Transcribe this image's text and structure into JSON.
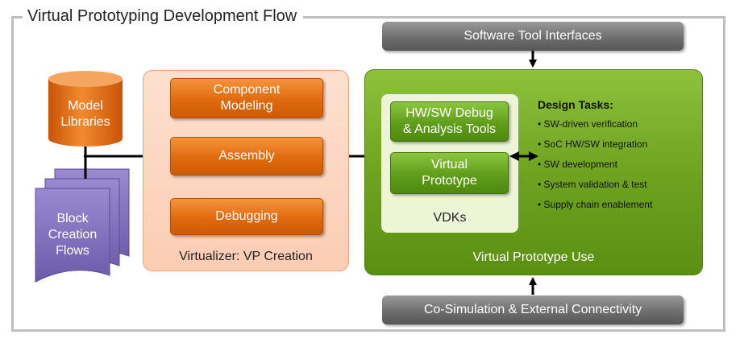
{
  "title": "Virtual Prototyping Development Flow",
  "model_libraries": "Model\nLibraries",
  "block_creation": "Block\nCreation\nFlows",
  "virtualizer": {
    "component_modeling": "Component\nModeling",
    "assembly": "Assembly",
    "debugging": "Debugging",
    "label": "Virtualizer: VP Creation"
  },
  "software_tool_interfaces": "Software Tool Interfaces",
  "cosim": "Co-Simulation & External Connectivity",
  "vdk": {
    "debug_tools": "HW/SW Debug\n& Analysis Tools",
    "virtual_prototype": "Virtual\nPrototype",
    "label": "VDKs"
  },
  "design_tasks": {
    "title": "Design Tasks:",
    "items": [
      "SW-driven verification",
      "SoC HW/SW integration",
      "SW development",
      "System validation & test",
      "Supply chain enablement"
    ]
  },
  "vp_use_label": "Virtual Prototype Use",
  "colors": {
    "orange": "#e06a0d",
    "green": "#6fa320",
    "grey": "#6e6e6e",
    "purple": "#7b6bb7"
  }
}
